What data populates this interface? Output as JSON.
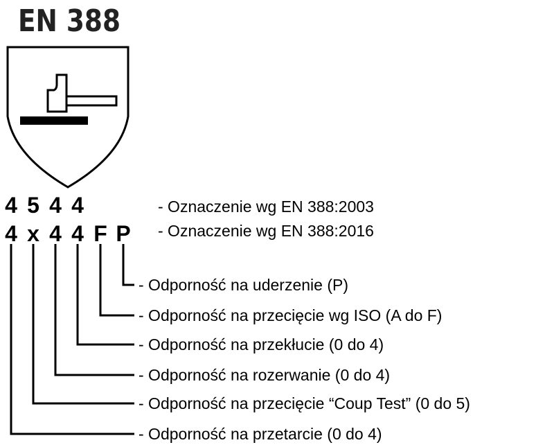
{
  "title": "EN 388",
  "code_2003": [
    "4",
    "5",
    "4",
    "4"
  ],
  "code_2016": [
    "4",
    "x",
    "4",
    "4",
    "F",
    "P"
  ],
  "designations": [
    "- Oznaczenie wg EN 388:2003",
    "- Oznaczenie wg EN 388:2016"
  ],
  "legend": [
    "- Odporność na uderzenie (P)",
    "- Odporność na przecięcie wg ISO (A do F)",
    "- Odporność na przekłucie (0 do 4)",
    "- Odporność na rozerwanie (0 do 4)",
    "- Odporność na przecięcie “Coup Test” (0 do 5)",
    "- Odporność na przetarcie (0 do 4)"
  ]
}
